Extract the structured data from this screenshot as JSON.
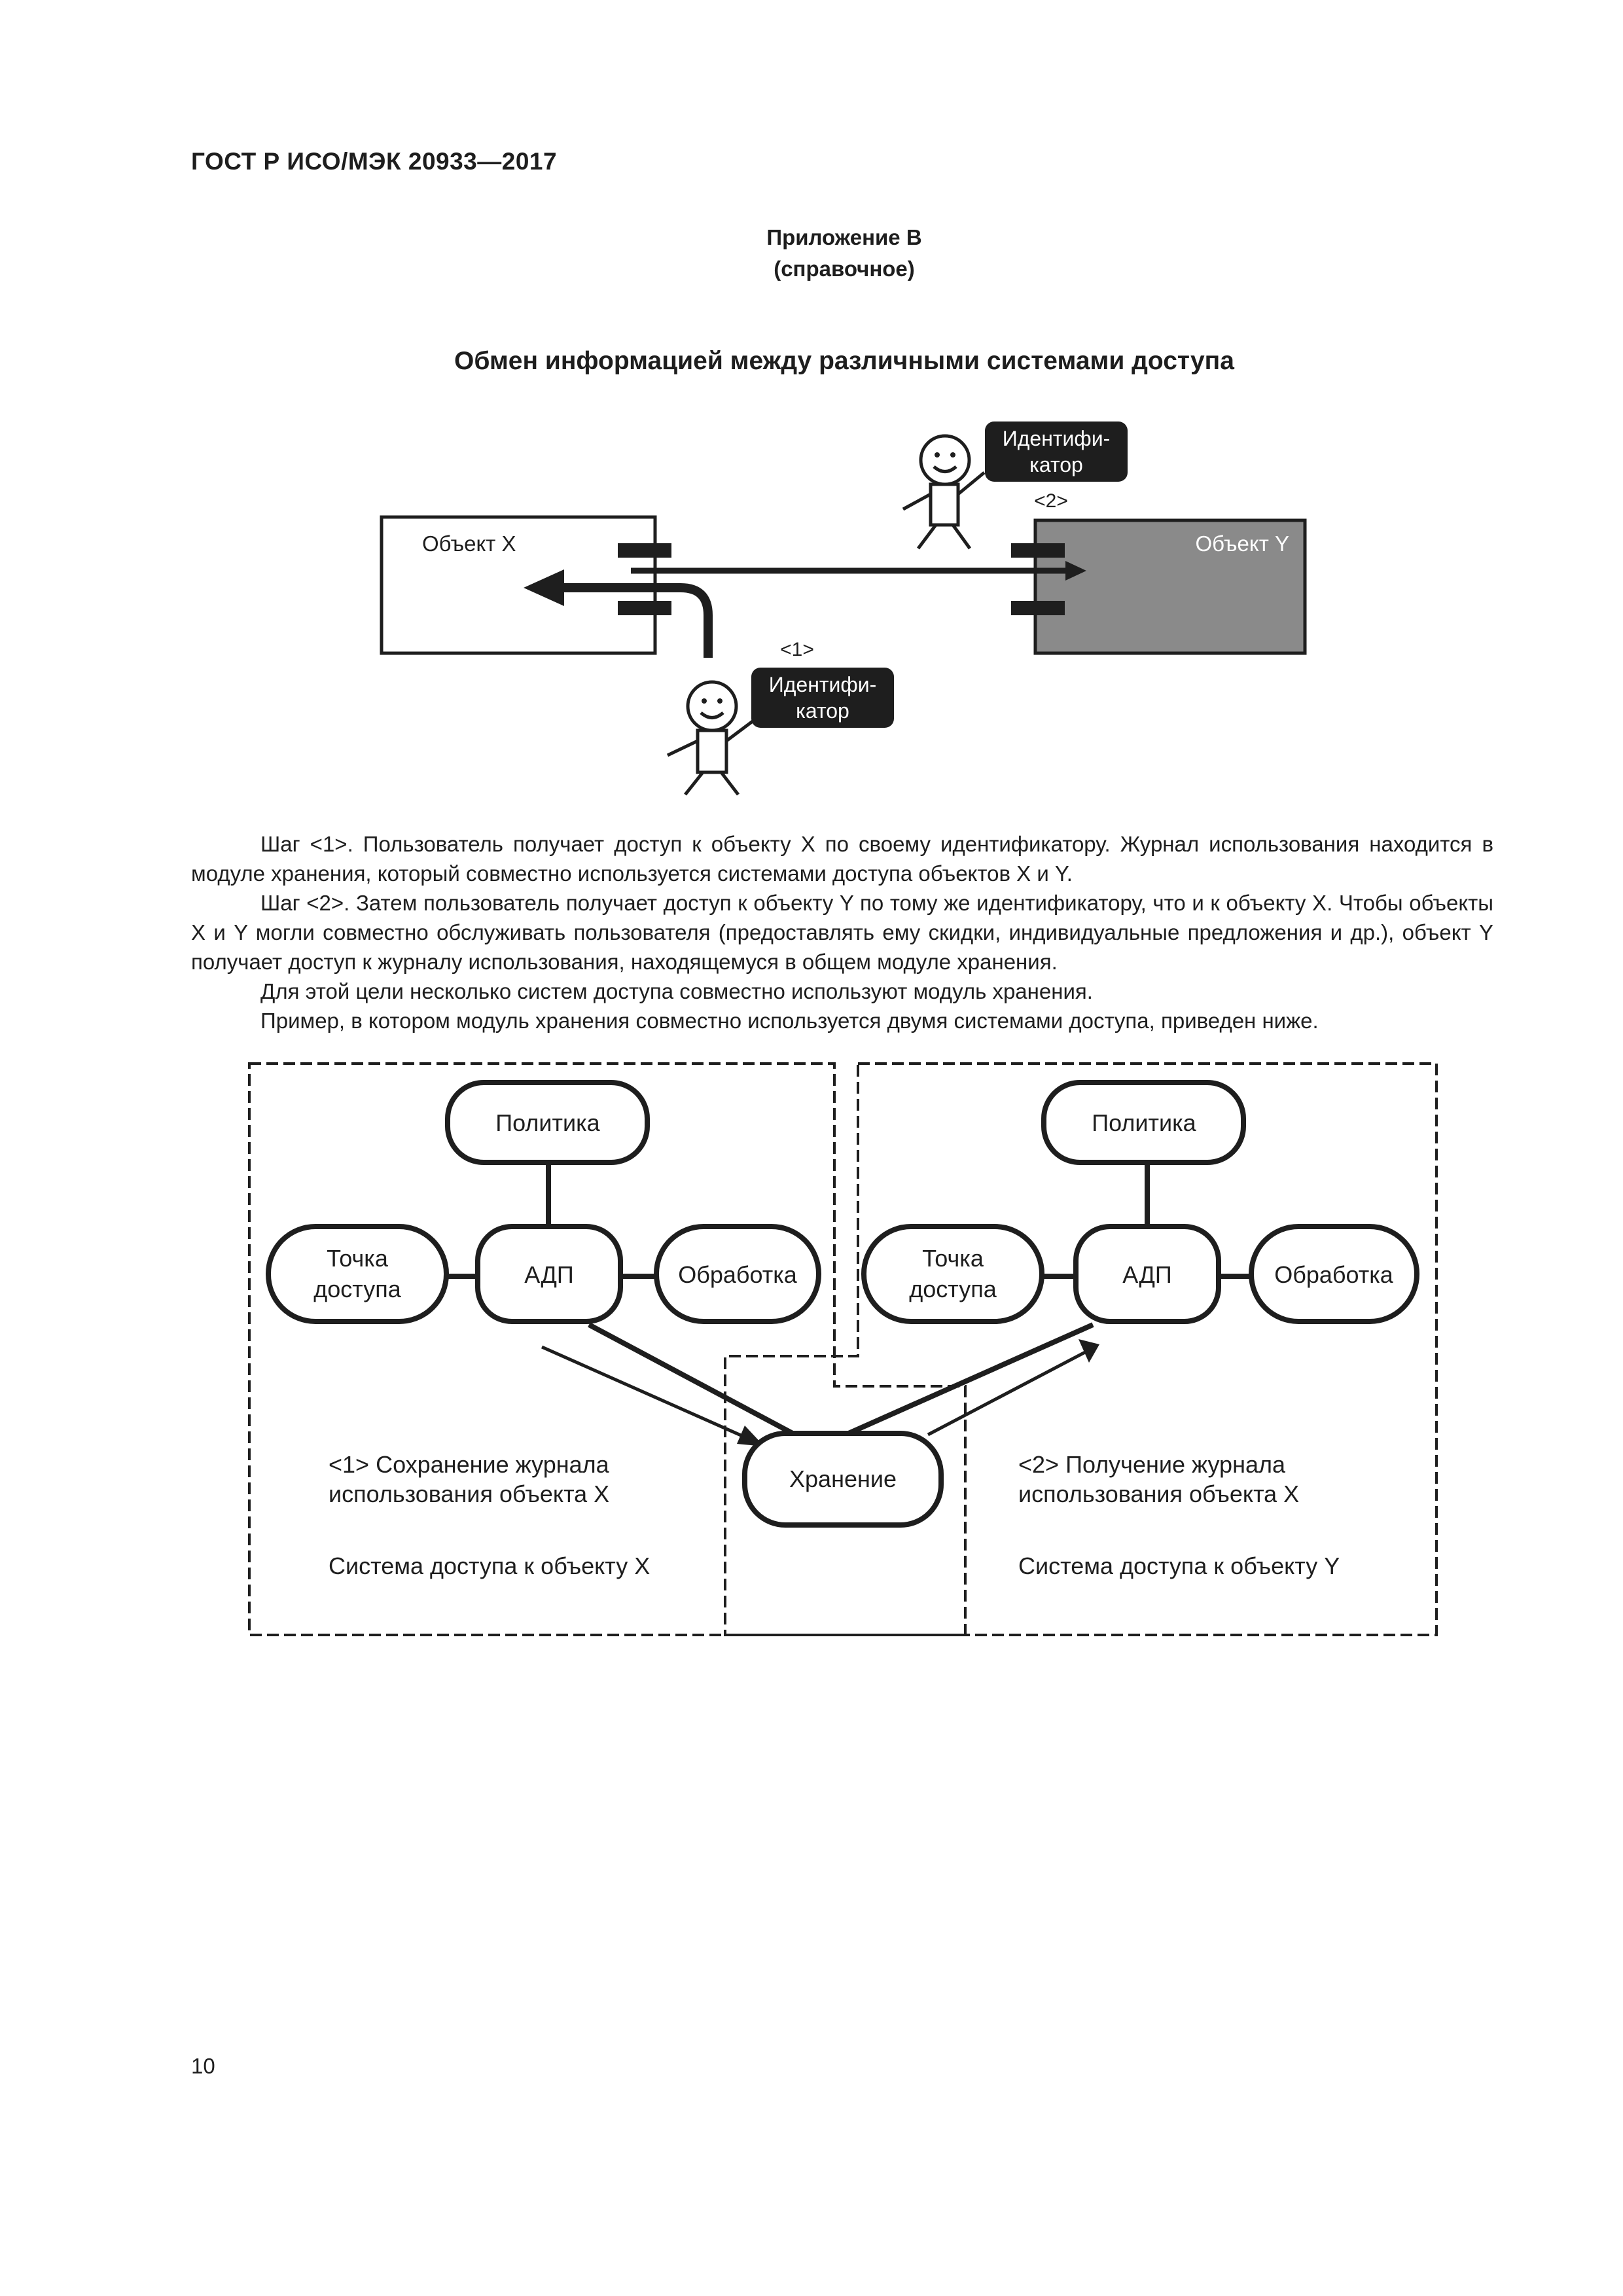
{
  "header": {
    "standard": "ГОСТ Р ИСО/МЭК 20933—2017"
  },
  "annex": {
    "title": "Приложение В",
    "kind": "(справочное)"
  },
  "document_title": "Обмен информацией между различными системами доступа",
  "figure1": {
    "object_x": "Объект X",
    "object_y": "Объект Y",
    "identifier_line1": "Идентифи-",
    "identifier_line2": "катор",
    "step1": "<1>",
    "step2": "<2>"
  },
  "paragraphs": {
    "p1": "Шаг <1>. Пользователь получает доступ к объекту X по своему идентификатору. Журнал использования находится в модуле хранения, который совместно используется системами доступа объектов X и Y.",
    "p2": "Шаг <2>. Затем пользователь получает доступ к объекту Y по тому же идентификатору, что и к объекту X. Чтобы объекты X и Y могли совместно обслуживать пользователя (предоставлять ему скидки, индивидуальные предложения и др.), объект Y получает доступ к журналу использования, находящемуся в общем модуле хранения.",
    "p3": "Для этой цели несколько систем доступа совместно используют модуль хранения.",
    "p4": "Пример, в котором модуль хранения совместно используется двумя системами доступа, приведен ниже."
  },
  "figure2": {
    "policy": "Политика",
    "access_point_line1": "Точка",
    "access_point_line2": "доступа",
    "adp": "АДП",
    "processing": "Обработка",
    "storage": "Хранение",
    "left_caption_line1": "<1> Сохранение журнала",
    "left_caption_line2": "использования объекта X",
    "left_system": "Система доступа к объекту X",
    "right_caption_line1": "<2> Получение журнала",
    "right_caption_line2": "использования объекта X",
    "right_system": "Система доступа к объекту Y"
  },
  "page_number": "10",
  "colors": {
    "object_y_fill": "#8a8a8a",
    "ink": "#1e1e1e"
  }
}
